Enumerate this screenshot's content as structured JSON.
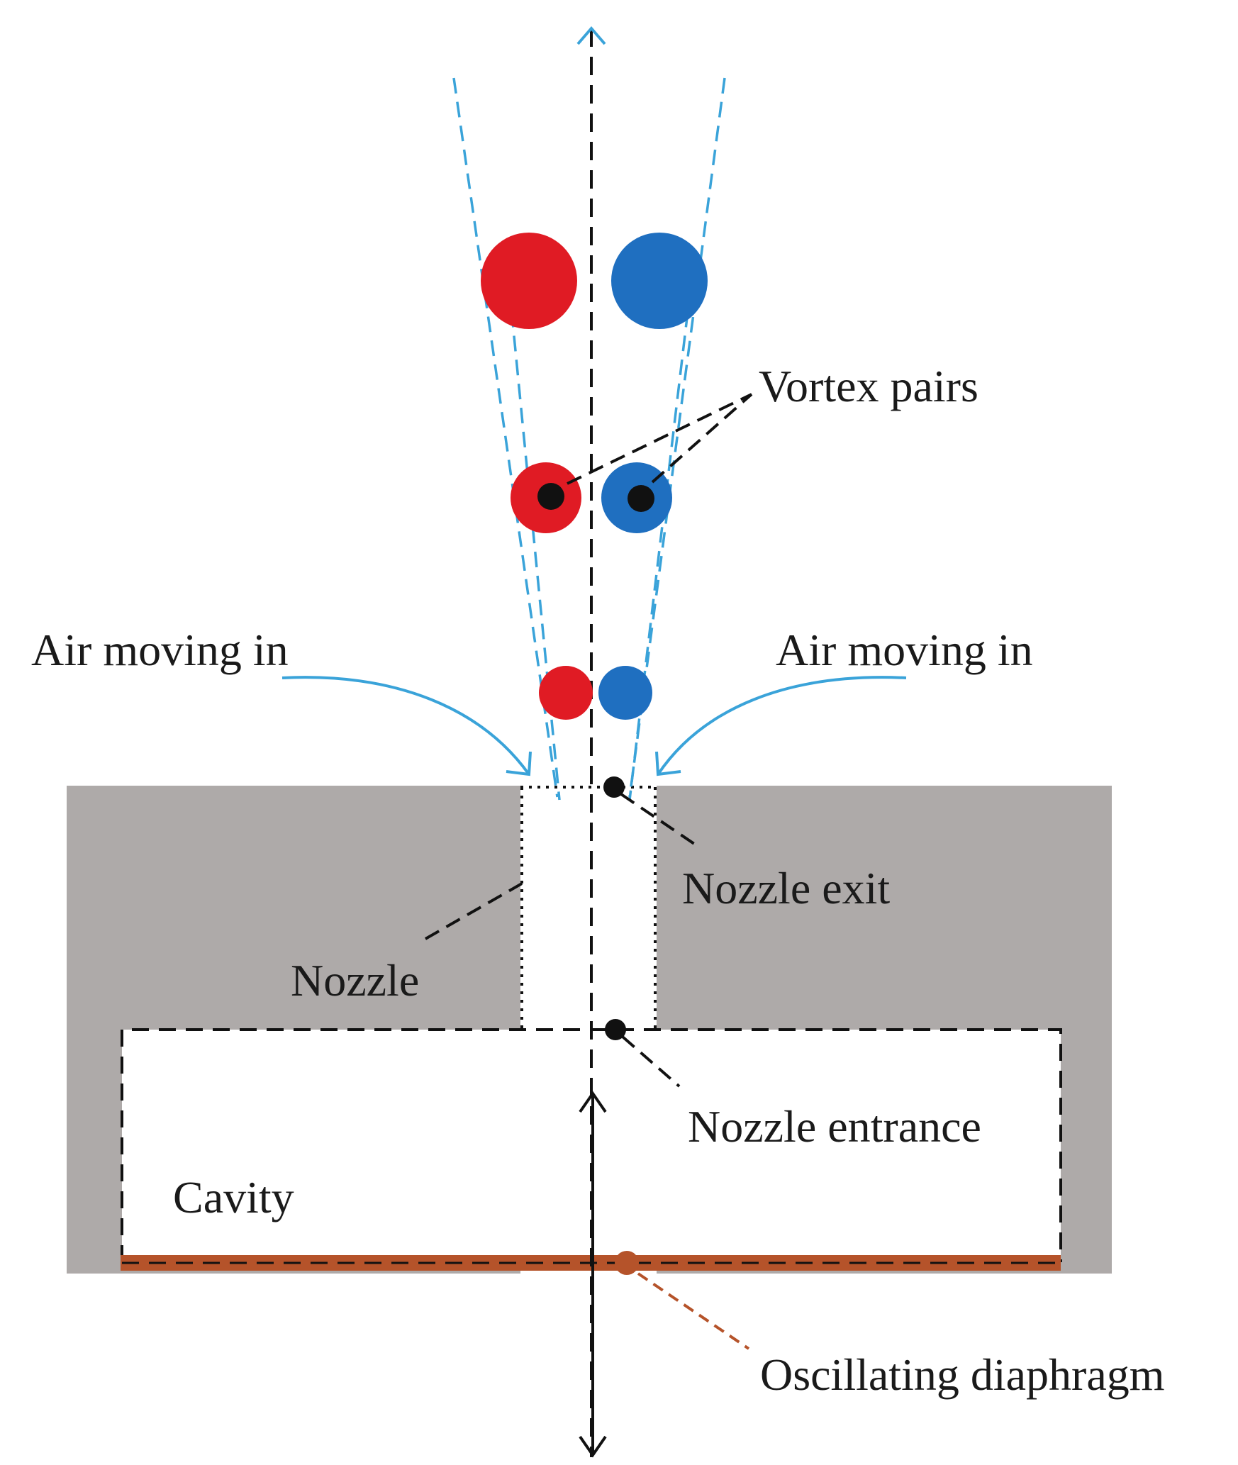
{
  "labels": {
    "vortex_pairs": "Vortex pairs",
    "air_left": "Air moving in",
    "air_right": "Air moving in",
    "nozzle_exit": "Nozzle exit",
    "nozzle": "Nozzle",
    "nozzle_entrance": "Nozzle entrance",
    "cavity": "Cavity",
    "diaphragm": "Oscillating diaphragm"
  },
  "colors": {
    "body": "#aeaaa9",
    "vortex_left": "#e01b24",
    "vortex_right": "#1f6fc0",
    "spread_lines": "#3aa3d9",
    "inflow_arrows": "#3aa3d9",
    "diaphragm": "#b5532a",
    "marker": "#111111"
  }
}
